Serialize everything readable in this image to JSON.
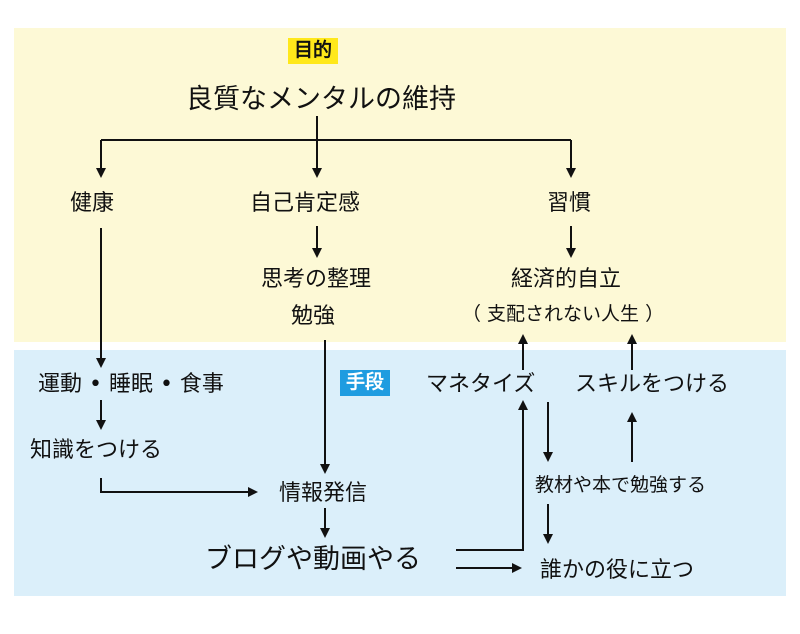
{
  "goal": {
    "tag": "目的",
    "title": "良質なメンタルの維持",
    "pillars": [
      "健康",
      "自己肯定感",
      "習慣"
    ],
    "self_esteem_sub": [
      "思考の整理",
      "勉強"
    ],
    "habit_sub": [
      "経済的自立",
      "（ 支配されない人生 ）"
    ]
  },
  "means": {
    "tag": "手段",
    "health_action": "運動 • 睡眠 • 食事",
    "knowledge": "知識をつける",
    "output": "情報発信",
    "media": "ブログや動画やる",
    "monetize": "マネタイズ",
    "skill": "スキルをつける",
    "study": "教材や本で勉強する",
    "help": "誰かの役に立つ"
  },
  "colors": {
    "goal_bg": "#fdf9d6",
    "means_bg": "#dbeffa",
    "goal_tag_bg": "#ffe81a",
    "means_tag_bg": "#1f9ce0"
  }
}
